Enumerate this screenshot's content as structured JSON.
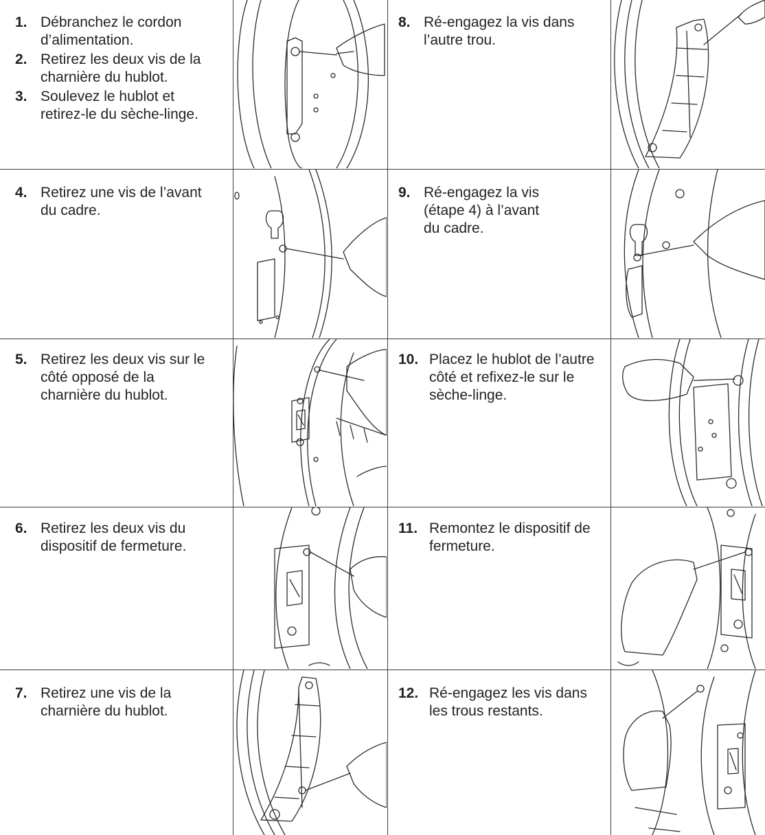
{
  "rows": [
    {
      "left": [
        {
          "num": "1.",
          "text": "Débranchez le cordon d’alimentation."
        },
        {
          "num": "2.",
          "text": "Retirez les deux vis de la charnière du hublot."
        },
        {
          "num": "3.",
          "text": "Soulevez le hublot et retirez-le du sèche-linge."
        }
      ],
      "right": [
        {
          "num": "8.",
          "text": "Ré-engagez la vis dans l’autre trou."
        }
      ]
    },
    {
      "left": [
        {
          "num": "4.",
          "text": "Retirez une vis de l’avant du cadre."
        }
      ],
      "right": [
        {
          "num": "9.",
          "text": "Ré-engagez la vis (étape 4) à l’avant du cadre."
        }
      ]
    },
    {
      "left": [
        {
          "num": "5.",
          "text": "Retirez les deux vis sur le côté opposé de la charnière du hublot."
        }
      ],
      "right": [
        {
          "num": "10.",
          "text": "Placez le hublot de l’autre côté et refixez-le sur le sèche-linge."
        }
      ]
    },
    {
      "left": [
        {
          "num": "6.",
          "text": "Retirez les deux vis du dispositif de fermeture."
        }
      ],
      "right": [
        {
          "num": "11.",
          "text": "Remontez le dispositif de fermeture."
        }
      ]
    },
    {
      "left": [
        {
          "num": "7.",
          "text": "Retirez une vis de la charnière du hublot."
        }
      ],
      "right": [
        {
          "num": "12.",
          "text": "Ré-engagez les vis dans les trous restants."
        }
      ]
    }
  ],
  "illustrations": [
    "hinge-screws-removal-illustration",
    "hinge-screw-reinsert-illustration",
    "frame-screw-removal-illustration",
    "frame-screw-reinsert-illustration",
    "hinge-opposite-screws-removal-illustration",
    "door-reattach-illustration",
    "latch-screws-removal-illustration",
    "latch-reassembly-illustration",
    "hinge-single-screw-removal-illustration",
    "remaining-screws-reinsert-illustration"
  ]
}
